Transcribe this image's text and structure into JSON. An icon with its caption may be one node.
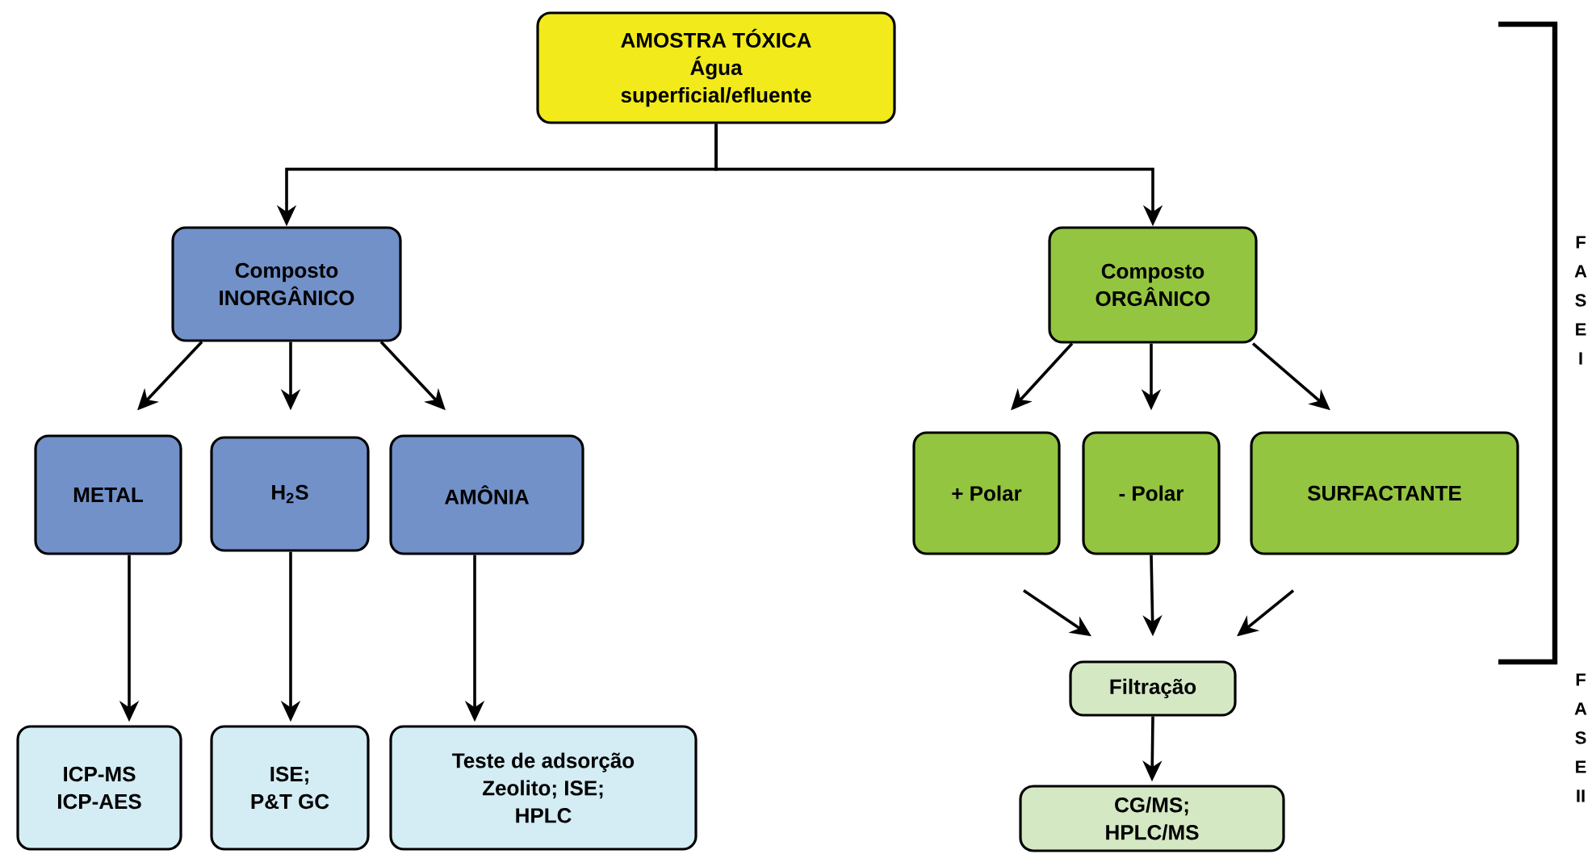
{
  "diagram": {
    "nodes": [
      {
        "text": [
          "AMOSTRA TÓXICA",
          "Água",
          "superficial/efluente"
        ]
      },
      {
        "text": [
          "Composto",
          "INORGÂNICO"
        ]
      },
      {
        "text": [
          "Composto",
          "ORGÂNICO"
        ]
      },
      {
        "text": [
          "METAL"
        ]
      },
      {
        "text": [
          "H$_{2}$S"
        ]
      },
      {
        "text": [
          "AMÔNIA"
        ]
      },
      {
        "text": [
          "+ Polar"
        ]
      },
      {
        "text": [
          "- Polar"
        ]
      },
      {
        "text": [
          "SURFACTANTE"
        ]
      },
      {
        "text": [
          "Filtração"
        ]
      },
      {
        "text": [
          "ICP-MS",
          "ICP-AES"
        ]
      },
      {
        "text": [
          "ISE;",
          "P&T GC"
        ]
      },
      {
        "text": [
          "Teste de adsorção",
          "Zeolito; ISE;",
          "HPLC"
        ]
      },
      {
        "text": [
          "CG/MS;",
          "HPLC/MS"
        ]
      }
    ],
    "edges": [
      {
        "from": 0,
        "to": 1,
        "arrow": "to"
      },
      {
        "from": 0,
        "to": 2,
        "arrow": "to"
      },
      {
        "from": 1,
        "to": 3,
        "arrow": "to"
      },
      {
        "from": 1,
        "to": 4,
        "arrow": "to"
      },
      {
        "from": 1,
        "to": 5,
        "arrow": "to"
      },
      {
        "from": 2,
        "to": 6,
        "arrow": "to"
      },
      {
        "from": 2,
        "to": 7,
        "arrow": "to"
      },
      {
        "from": 2,
        "to": 8,
        "arrow": "to"
      },
      {
        "from": 3,
        "to": 10,
        "arrow": "to"
      },
      {
        "from": 4,
        "to": 11,
        "arrow": "to"
      },
      {
        "from": 5,
        "to": 12,
        "arrow": "to"
      },
      {
        "from": 6,
        "to": 9,
        "arrow": "to"
      },
      {
        "from": 7,
        "to": 9,
        "arrow": "to"
      },
      {
        "from": 8,
        "to": 9,
        "arrow": "to"
      },
      {
        "from": 9,
        "to": 13,
        "arrow": "to"
      }
    ],
    "labels": [
      "F",
      "A",
      "S",
      "E",
      "I",
      "F",
      "A",
      "S",
      "E",
      "II"
    ]
  }
}
